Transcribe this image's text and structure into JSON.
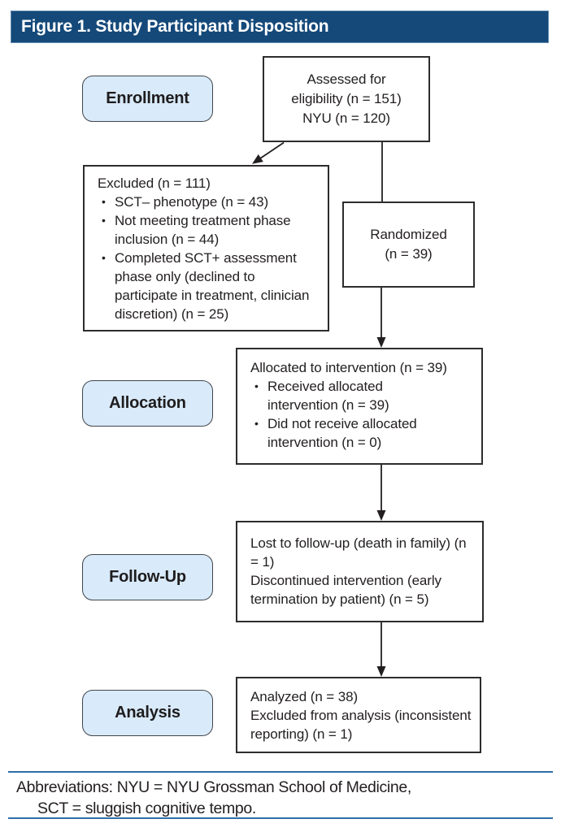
{
  "figure": {
    "title": "Figure 1. Study Participant Disposition"
  },
  "stages": [
    {
      "label": "Enrollment"
    },
    {
      "label": "Allocation"
    },
    {
      "label": "Follow-Up"
    },
    {
      "label": "Analysis"
    }
  ],
  "boxes": {
    "assessed": {
      "lines": [
        "Assessed for",
        "eligibility (n = 151)",
        "NYU (n = 120)"
      ]
    },
    "excluded": {
      "title": "Excluded (n = 111)",
      "bullets": [
        "SCT– phenotype (n = 43)",
        "Not meeting treatment phase inclusion (n = 44)",
        "Completed SCT+ assessment phase only (declined to participate in treatment, clinician discretion) (n = 25)"
      ]
    },
    "randomized": {
      "lines": [
        "Randomized",
        "(n = 39)"
      ]
    },
    "allocated": {
      "title": "Allocated to intervention (n = 39)",
      "bullets": [
        "Received allocated intervention (n = 39)",
        "Did not receive allocated intervention (n = 0)"
      ]
    },
    "followup": {
      "paragraphs": [
        "Lost to follow-up (death in family) (n = 1)",
        "Discontinued intervention (early termination by patient) (n = 5)"
      ]
    },
    "analysis": {
      "paragraphs": [
        "Analyzed (n = 38)",
        "Excluded from analysis (inconsistent reporting) (n = 1)"
      ]
    }
  },
  "footnote": {
    "line1": "Abbreviations: NYU = NYU Grossman School of Medicine,",
    "line2": "SCT = sluggish cognitive tempo."
  },
  "colors": {
    "header_bg": "#15497a",
    "stage_fill": "#d9eafa",
    "rule_blue": "#2f6ea8",
    "ink": "#242021"
  }
}
